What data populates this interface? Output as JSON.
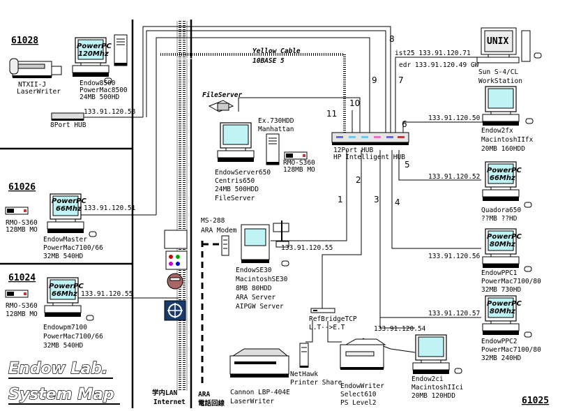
{
  "title": {
    "line1": "Endow Lab.",
    "line2": "System Map"
  },
  "rooms": {
    "r61028": "61028",
    "r61026": "61026",
    "r61024": "61024",
    "r61025": "61025"
  },
  "cable": {
    "name": "Yellow Cable",
    "type": "10BASE 5"
  },
  "lan": {
    "line1": "学内LAN",
    "line2": "Internet"
  },
  "ara": {
    "line1": "ARA",
    "line2": "電話回線"
  },
  "hub12": {
    "line1": "12Port HUB",
    "line2": "HP Intelligent HUB"
  },
  "hub8": "8Port HUB",
  "port_numbers": [
    "1",
    "2",
    "3",
    "4",
    "5",
    "6",
    "7",
    "8",
    "9",
    "10",
    "11"
  ],
  "fileserver_tag": "FileServer",
  "nodes": {
    "laserwriter_ntx": {
      "lines": [
        "NTXII-J",
        "LaserWriter"
      ]
    },
    "endow8500": {
      "badge": [
        "PowerPC",
        "120Mhz"
      ],
      "lines": [
        "Endow8500",
        "PowerMac8500",
        "24MB 500HD"
      ],
      "ip": "133.91.120.58"
    },
    "fileserver": {
      "lines": [
        "EndowServer650",
        "Centris650",
        "24MB 500HDD",
        "FileServer"
      ]
    },
    "manhattan": {
      "lines": [
        "Ex.730HDD",
        "Manhattan"
      ]
    },
    "rmo_fs": {
      "lines": [
        "RMO-S360",
        "128MB MO"
      ]
    },
    "master": {
      "badge": [
        "PowerPC",
        "66Mhz"
      ],
      "lines": [
        "EndowMaster",
        "PowerMac7100/66",
        "32MB 540HD"
      ],
      "ip": "133.91.120.51"
    },
    "rmo_master": {
      "lines": [
        "RMO-S360",
        "128MB MO"
      ]
    },
    "pm7100": {
      "badge": [
        "PowerPC",
        "66Mhz"
      ],
      "lines": [
        "Endowpm7100",
        "PowerMac7100/66",
        "32MB 540HD"
      ],
      "ip": "133.91.120.55"
    },
    "rmo_pm": {
      "lines": [
        "RMO-S360",
        "128MB MO"
      ]
    },
    "se30": {
      "lines": [
        "EndowSE30",
        "MacintoshSE30",
        "8MB 80HDD",
        "ARA Server",
        "AIPGW Server"
      ],
      "ip": "133.91.120.55"
    },
    "modem": {
      "lines": [
        "MS-288",
        "ARA Modem"
      ]
    },
    "unix": {
      "label": "UNIX",
      "lines": [
        "Sun S-4/CL",
        "WorkStation"
      ],
      "ip_lines": [
        "ist25 133.91.120.71",
        "edr 133.91.120.49 GW"
      ]
    },
    "endow2fx": {
      "lines": [
        "Endow2fx",
        "MacintoshIIfx",
        "20MB 160HDD"
      ],
      "ip": "133.91.120.50"
    },
    "quadora": {
      "badge": [
        "PowerPC",
        "66Mhz"
      ],
      "lines": [
        "Quadora650",
        "??MB ??HD"
      ],
      "ip": "133.91.120.52"
    },
    "ppc1": {
      "badge": [
        "PowerPC",
        "80Mhz"
      ],
      "lines": [
        "EndowPPC1",
        "PowerMac7100/80",
        "32MB 730HD"
      ],
      "ip": "133.91.120.56"
    },
    "ppc2": {
      "badge": [
        "PowerPC",
        "80Mhz"
      ],
      "lines": [
        "EndowPPC2",
        "PowerMac7100/80",
        "32MB 240HD"
      ],
      "ip": "133.91.120.57"
    },
    "endow2ci": {
      "lines": [
        "Endow2ci",
        "MacintoshIIci",
        "20MB 120HDD"
      ],
      "ip": "133.91.120.54"
    },
    "refbridge": {
      "lines": [
        "RefBridgeTCP",
        "L.T-->E.T"
      ]
    },
    "nethawk": {
      "lines": [
        "NetHawk",
        "Printer Share"
      ]
    },
    "canon": {
      "lines": [
        "Cannon LBP-404E",
        "LaserWriter"
      ]
    },
    "endowwriter": {
      "lines": [
        "EndowWriter",
        "Select610",
        "PS Level2"
      ]
    }
  }
}
